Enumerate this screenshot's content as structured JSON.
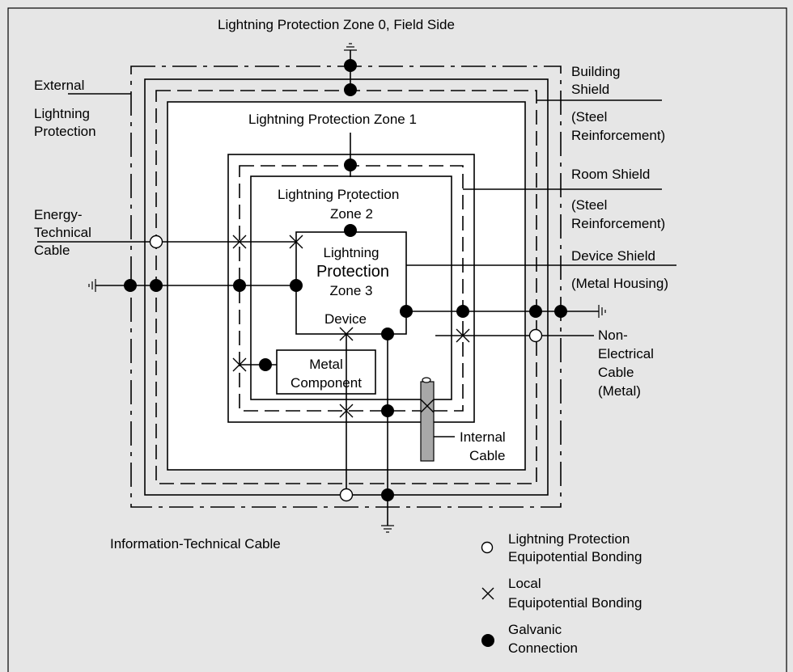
{
  "colors": {
    "background": "#e6e6e6",
    "stroke": "#000000",
    "zone_fill": "#ffffff",
    "cable": "#a8a8a8"
  },
  "diagram": {
    "title": "Lightning Protection Zone 0, Field Side",
    "zone1": "Lightning Protection Zone 1",
    "zone2": [
      "Lightning Protection",
      "Zone 2"
    ],
    "zone3": [
      "Lightning",
      "Protection",
      "Zone 3"
    ],
    "device": "Device",
    "metal_component": [
      "Metal",
      "Component"
    ],
    "internal_cable": [
      "Internal",
      "Cable"
    ],
    "external_lightning": [
      "External",
      "Lightning",
      "Protection"
    ],
    "building_shield": [
      "Building",
      "Shield",
      "(Steel",
      "Reinforcement)"
    ],
    "room_shield": [
      "Room Shield",
      "(Steel",
      "Reinforcement)"
    ],
    "device_shield": [
      "Device Shield",
      "(Metal Housing)"
    ],
    "energy_cable": [
      "Energy-",
      "Technical",
      "Cable"
    ],
    "non_electrical_cable": [
      "Non-",
      "Electrical",
      "Cable",
      "(Metal)"
    ],
    "info_cable": "Information-Technical Cable"
  },
  "legend": {
    "equipotential_lightning": [
      "Lightning Protection",
      "Equipotential  Bonding"
    ],
    "local_equipotential": [
      "Local",
      "Equipotential  Bonding"
    ],
    "galvanic": [
      "Galvanic",
      "Connection"
    ]
  }
}
